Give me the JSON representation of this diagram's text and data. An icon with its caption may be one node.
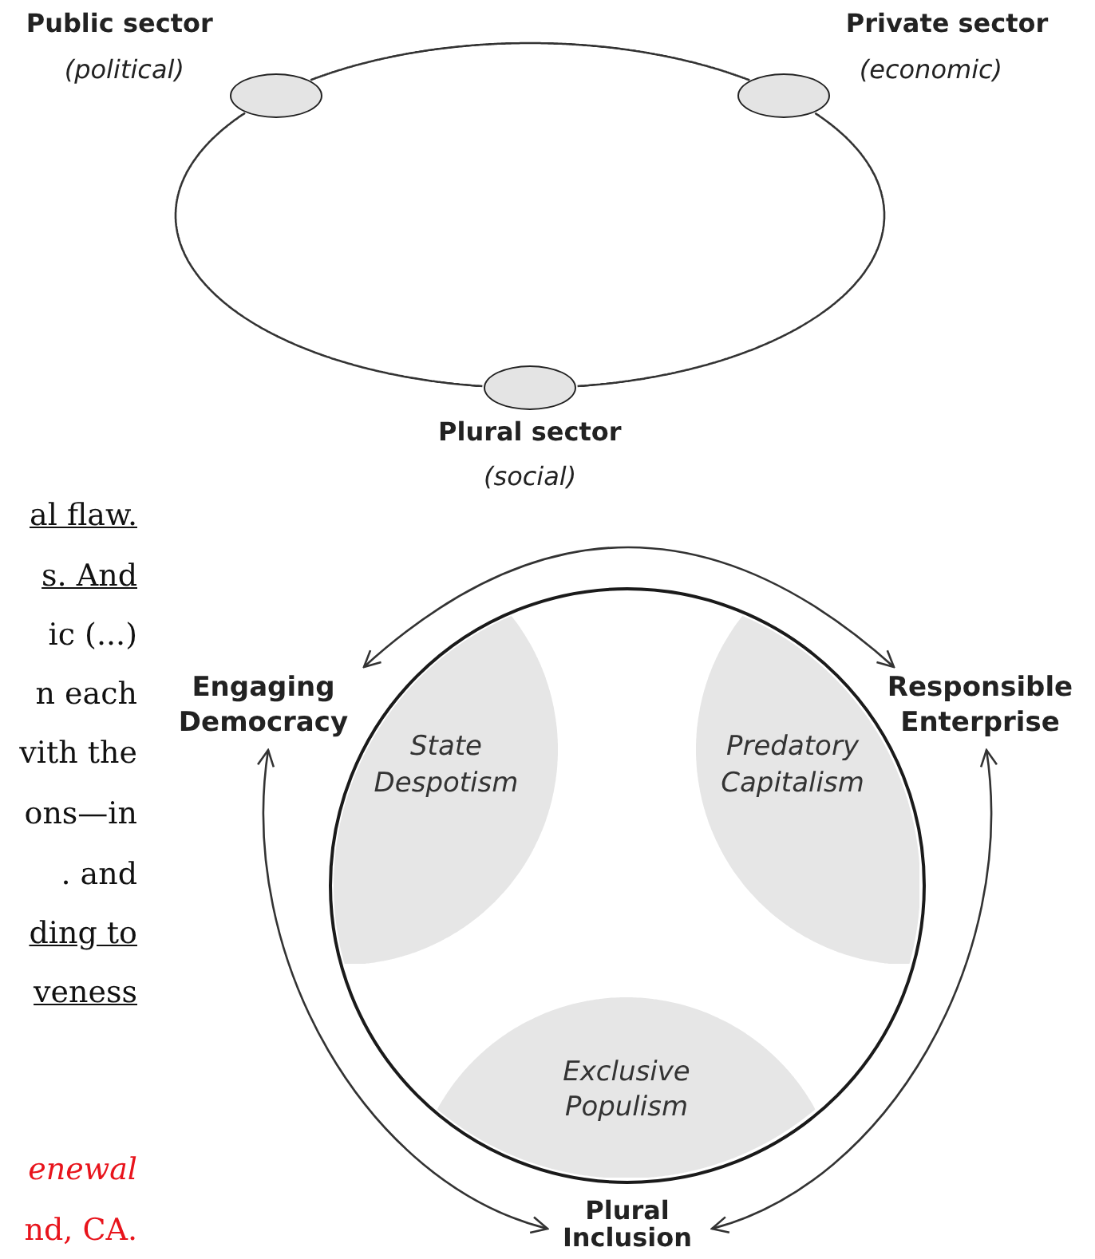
{
  "diagram": {
    "nodes": [
      {
        "text": [],
        "shape": "ellipse",
        "beside": [
          "Public sector",
          "(political)"
        ]
      },
      {
        "text": [],
        "shape": "ellipse",
        "beside": [
          "Private sector",
          "(economic)"
        ]
      },
      {
        "text": [],
        "shape": "ellipse",
        "beside": [
          "Plural sector",
          "(social)"
        ]
      },
      {
        "text": [],
        "shape": "circle"
      },
      {
        "text": [
          "State Despotism"
        ],
        "in": 3
      },
      {
        "text": [
          "Predatory Capitalism"
        ],
        "in": 3
      },
      {
        "text": [
          "Exclusive Populism"
        ],
        "in": 3
      },
      {
        "text": [
          "Engaging Democracy"
        ]
      },
      {
        "text": [
          "Responsible Enterprise"
        ]
      },
      {
        "text": [
          "Plural Inclusion"
        ]
      }
    ],
    "edges": [
      {
        "from": 0,
        "to": 1,
        "arrow": "none"
      },
      {
        "from": 1,
        "to": 2,
        "arrow": "none"
      },
      {
        "from": 2,
        "to": 0,
        "arrow": "none"
      },
      {
        "from": 7,
        "to": 8,
        "arrow": "both"
      },
      {
        "from": 7,
        "to": 9,
        "arrow": "both"
      },
      {
        "from": 8,
        "to": 9,
        "arrow": "both"
      }
    ],
    "labels": [
      "al flaw.",
      "s. And",
      "ic (...)",
      "n each",
      "vith the",
      "ons—in",
      ". and",
      "ding to",
      "veness",
      "enewal",
      "nd, CA."
    ]
  }
}
